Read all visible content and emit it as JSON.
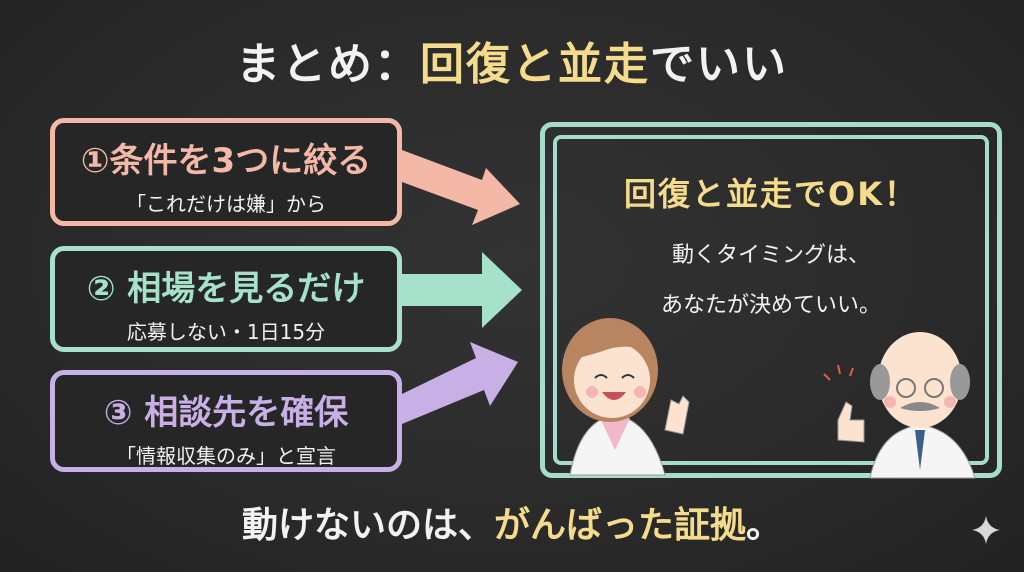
{
  "title": {
    "prefix": "まとめ：",
    "highlight": "回復と並走",
    "suffix": "でいい"
  },
  "steps": [
    {
      "heading": "①条件を3つに絞る",
      "sub": "「これだけは嫌」から",
      "color": "#f3b8a6"
    },
    {
      "heading": "② 相場を見るだけ",
      "sub": "応募しない・1日15分",
      "color": "#a6e2cb"
    },
    {
      "heading": "③ 相談先を確保",
      "sub": "「情報収集のみ」と宣言",
      "color": "#c8b0e6"
    }
  ],
  "board": {
    "title": "回復と並走でOK！",
    "line1": "動くタイミングは、",
    "line2": "あなたが決めていい。"
  },
  "footer": {
    "prefix": "動けないのは、",
    "highlight": "がんばった証拠",
    "suffix": "。"
  },
  "colors": {
    "background": "#2b2b2b",
    "accent": "#f4dc8c",
    "board_border": "#a6dccd"
  }
}
